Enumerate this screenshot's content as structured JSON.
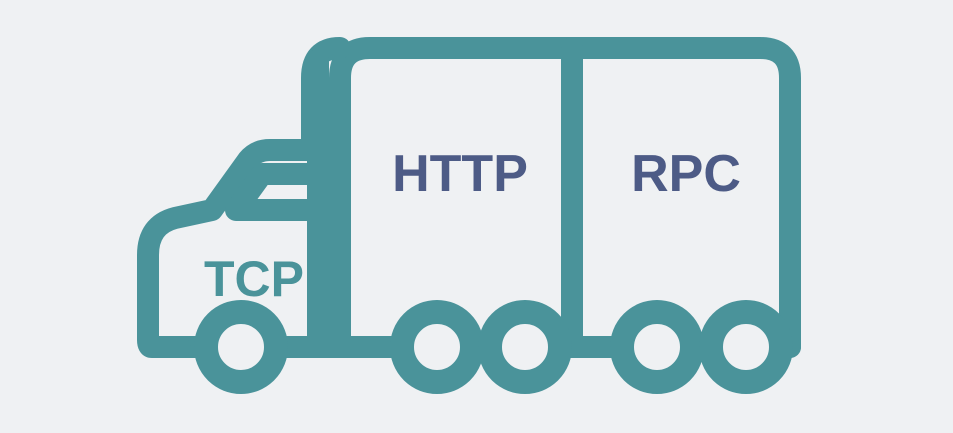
{
  "diagram": {
    "cab_label": "TCP",
    "containers": [
      {
        "label": "HTTP"
      },
      {
        "label": "RPC"
      }
    ],
    "colors": {
      "background": "#eff1f3",
      "truck_outline": "#4a939a",
      "cab_text": "#4a939a",
      "container_text": "#4d5b86"
    },
    "icon": "truck-icon"
  }
}
